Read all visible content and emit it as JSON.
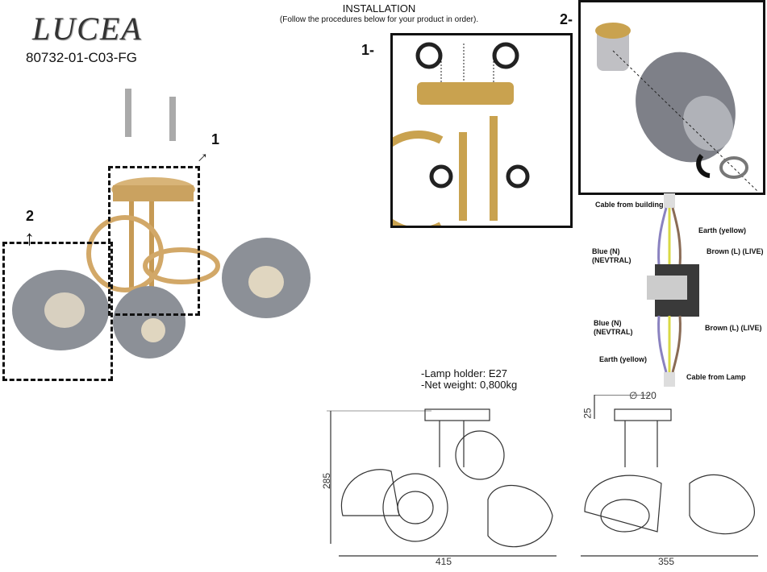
{
  "header": {
    "brand": "LUCEA",
    "model": "80732-01-C03-FG",
    "title": "INSTALLATION",
    "subtitle": "(Follow the procedures below for your product in order)."
  },
  "steps": [
    {
      "label": "1-"
    },
    {
      "label": "2-"
    }
  ],
  "callouts": [
    {
      "label": "1"
    },
    {
      "label": "2"
    }
  ],
  "wiring": {
    "top_cable": "Cable from building",
    "earth_top": "Earth (yellow)",
    "blue_top": [
      "Blue (N)",
      "(NEVTRAL)"
    ],
    "brown_top": "Brown (L) (LIVE)",
    "blue_bottom": [
      "Blue (N)",
      "(NEVTRAL)"
    ],
    "brown_bottom": "Brown (L) (LIVE)",
    "earth_bottom": "Earth (yellow)",
    "bottom_cable": "Cable from Lamp"
  },
  "specs": {
    "lamp_holder": "-Lamp holder: E27",
    "net_weight": "-Net weight: 0,800kg"
  },
  "dimensions": {
    "height": "285",
    "width_front": "415",
    "diameter": "∅ 120",
    "canopy": "25",
    "width_side": "355"
  }
}
